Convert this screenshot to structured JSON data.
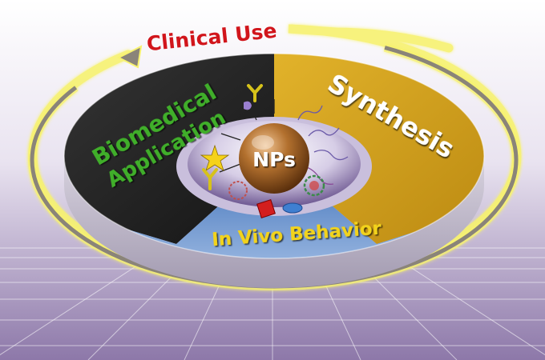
{
  "cycle_label": "Clinical Use",
  "center_label": "NPs",
  "segments": {
    "biomedical": {
      "line1": "Biomedical",
      "line2": "Application"
    },
    "synthesis": "Synthesis",
    "in_vivo": "In Vivo Behavior"
  },
  "colors": {
    "biomedical_segment": "#2c2c2c",
    "synthesis_segment": "#d4a21c",
    "in_vivo_segment": "#4a7fc4",
    "biomedical_text": "#3fae2a",
    "synthesis_text": "#ffffff",
    "in_vivo_text": "#f2d31a",
    "cycle_text": "#d1151b",
    "cycle_arrow": "#8a8479",
    "nanoparticle": "#a9692a"
  }
}
